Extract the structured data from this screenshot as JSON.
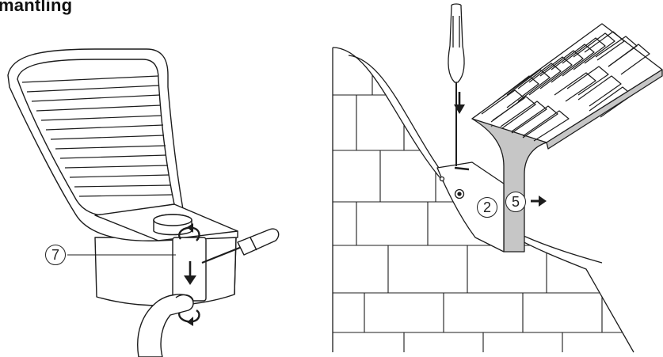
{
  "heading": "mantling",
  "callouts": {
    "left_step": "7",
    "right_step_a": "2",
    "right_step_b": "5"
  },
  "icons": [
    "screwdriver-icon",
    "arrow-down-icon",
    "arrow-right-icon",
    "rotate-arrow-icon"
  ]
}
